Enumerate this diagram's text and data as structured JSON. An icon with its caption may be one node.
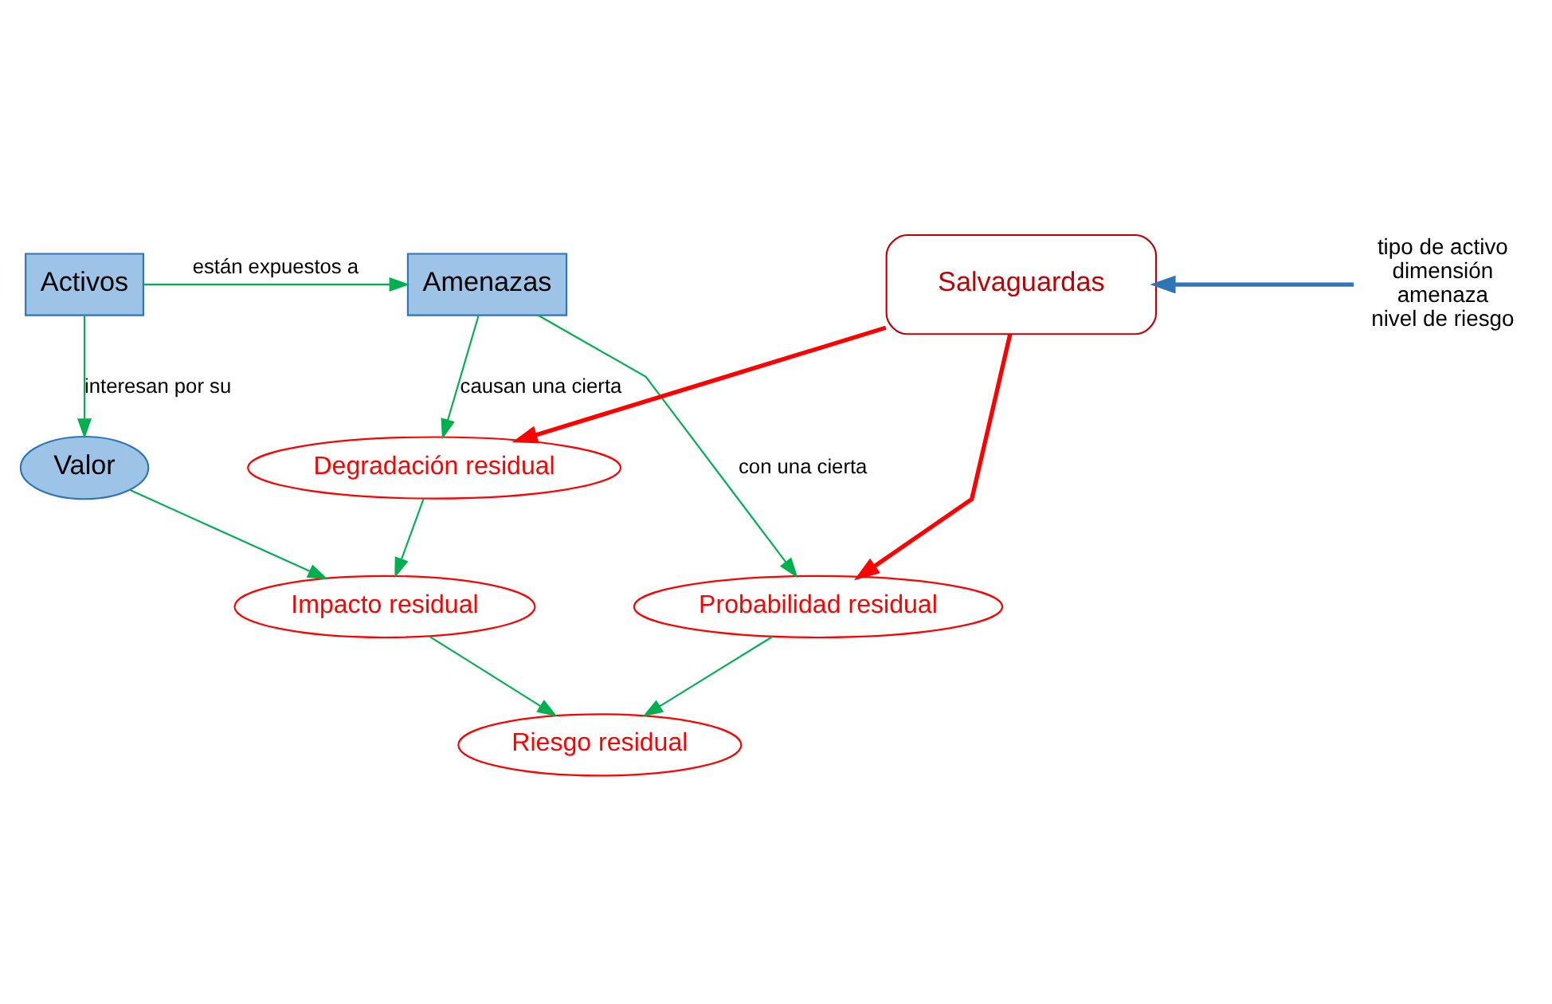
{
  "diagram": {
    "nodes": [
      {
        "text": [
          "Activos"
        ]
      },
      {
        "text": [
          "Amenazas"
        ]
      },
      {
        "text": [
          "Valor"
        ]
      },
      {
        "text": [
          "Degradación residual"
        ]
      },
      {
        "text": [
          "Probabilidad residual"
        ]
      },
      {
        "text": [
          "Impacto residual"
        ]
      },
      {
        "text": [
          "Riesgo residual"
        ]
      },
      {
        "text": [
          "Salvaguardas"
        ]
      },
      {
        "text": [
          "tipo de activo",
          "dimensión",
          "amenaza",
          "nivel de riesgo"
        ]
      }
    ],
    "edges": [
      {
        "from": 0,
        "to": 1,
        "arrow": "to",
        "label": "están expuestos a"
      },
      {
        "from": 0,
        "to": 2,
        "arrow": "to",
        "label": "interesan por su"
      },
      {
        "from": 1,
        "to": 3,
        "arrow": "to",
        "label": "causan una cierta"
      },
      {
        "from": 1,
        "to": 4,
        "arrow": "to",
        "label": "con una cierta"
      },
      {
        "from": 2,
        "to": 5,
        "arrow": "to"
      },
      {
        "from": 3,
        "to": 5,
        "arrow": "to"
      },
      {
        "from": 5,
        "to": 6,
        "arrow": "to"
      },
      {
        "from": 4,
        "to": 6,
        "arrow": "to"
      },
      {
        "from": 7,
        "to": 3,
        "arrow": "to",
        "style": "thick",
        "color": "#ff0000"
      },
      {
        "from": 7,
        "to": 4,
        "arrow": "to",
        "style": "thick",
        "color": "#ff0000"
      },
      {
        "from": 8,
        "to": 7,
        "arrow": "to",
        "style": "thick",
        "color": "#2e75b6"
      }
    ]
  }
}
